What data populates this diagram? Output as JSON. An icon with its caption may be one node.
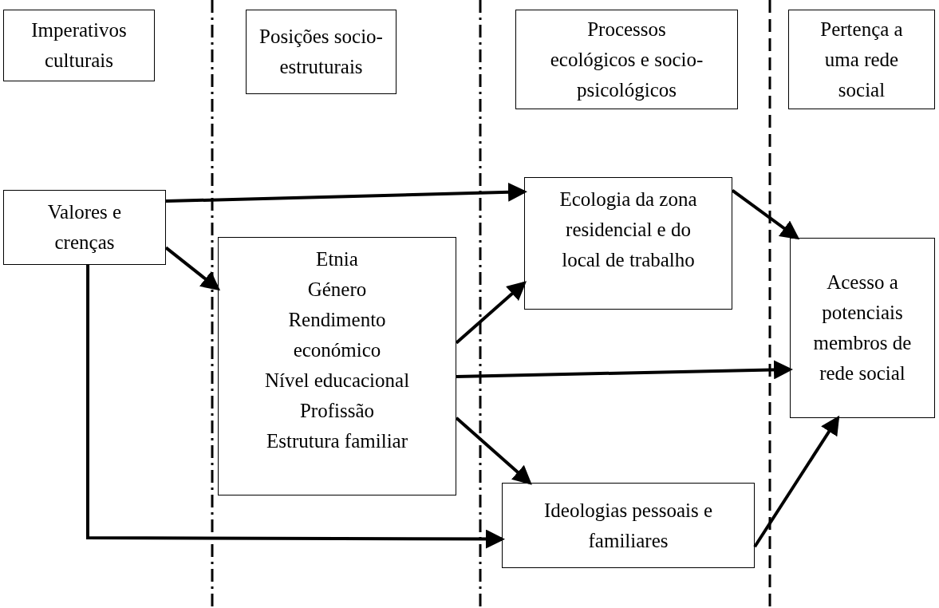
{
  "diagram": {
    "nodes": [
      {
        "text": [
          "Imperativos culturais"
        ]
      },
      {
        "text": [
          "Posições socio-estruturais"
        ]
      },
      {
        "text": [
          "Processos ecológicos e socio-psicológicos"
        ]
      },
      {
        "text": [
          "Pertença a uma rede social"
        ]
      },
      {
        "text": [
          "Valores e crenças"
        ]
      },
      {
        "text": [
          "Etnia",
          "Género",
          "Rendimento económico",
          "Nível educacional",
          "Profissão",
          "Estrutura familiar"
        ]
      },
      {
        "text": [
          "Ecologia da zona residencial e do local de trabalho"
        ]
      },
      {
        "text": [
          "Acesso a potenciais membros de rede social"
        ]
      },
      {
        "text": [
          "Ideologias pessoais e familiares"
        ]
      }
    ],
    "edges": [
      {
        "from": 4,
        "to": 6,
        "arrow": "to"
      },
      {
        "from": 4,
        "to": 5,
        "arrow": "to"
      },
      {
        "from": 4,
        "to": 8,
        "arrow": "to"
      },
      {
        "from": 5,
        "to": 6,
        "arrow": "to"
      },
      {
        "from": 5,
        "to": 7,
        "arrow": "to"
      },
      {
        "from": 5,
        "to": 8,
        "arrow": "to"
      },
      {
        "from": 6,
        "to": 7,
        "arrow": "to"
      },
      {
        "from": 8,
        "to": 7,
        "arrow": "to"
      }
    ]
  }
}
